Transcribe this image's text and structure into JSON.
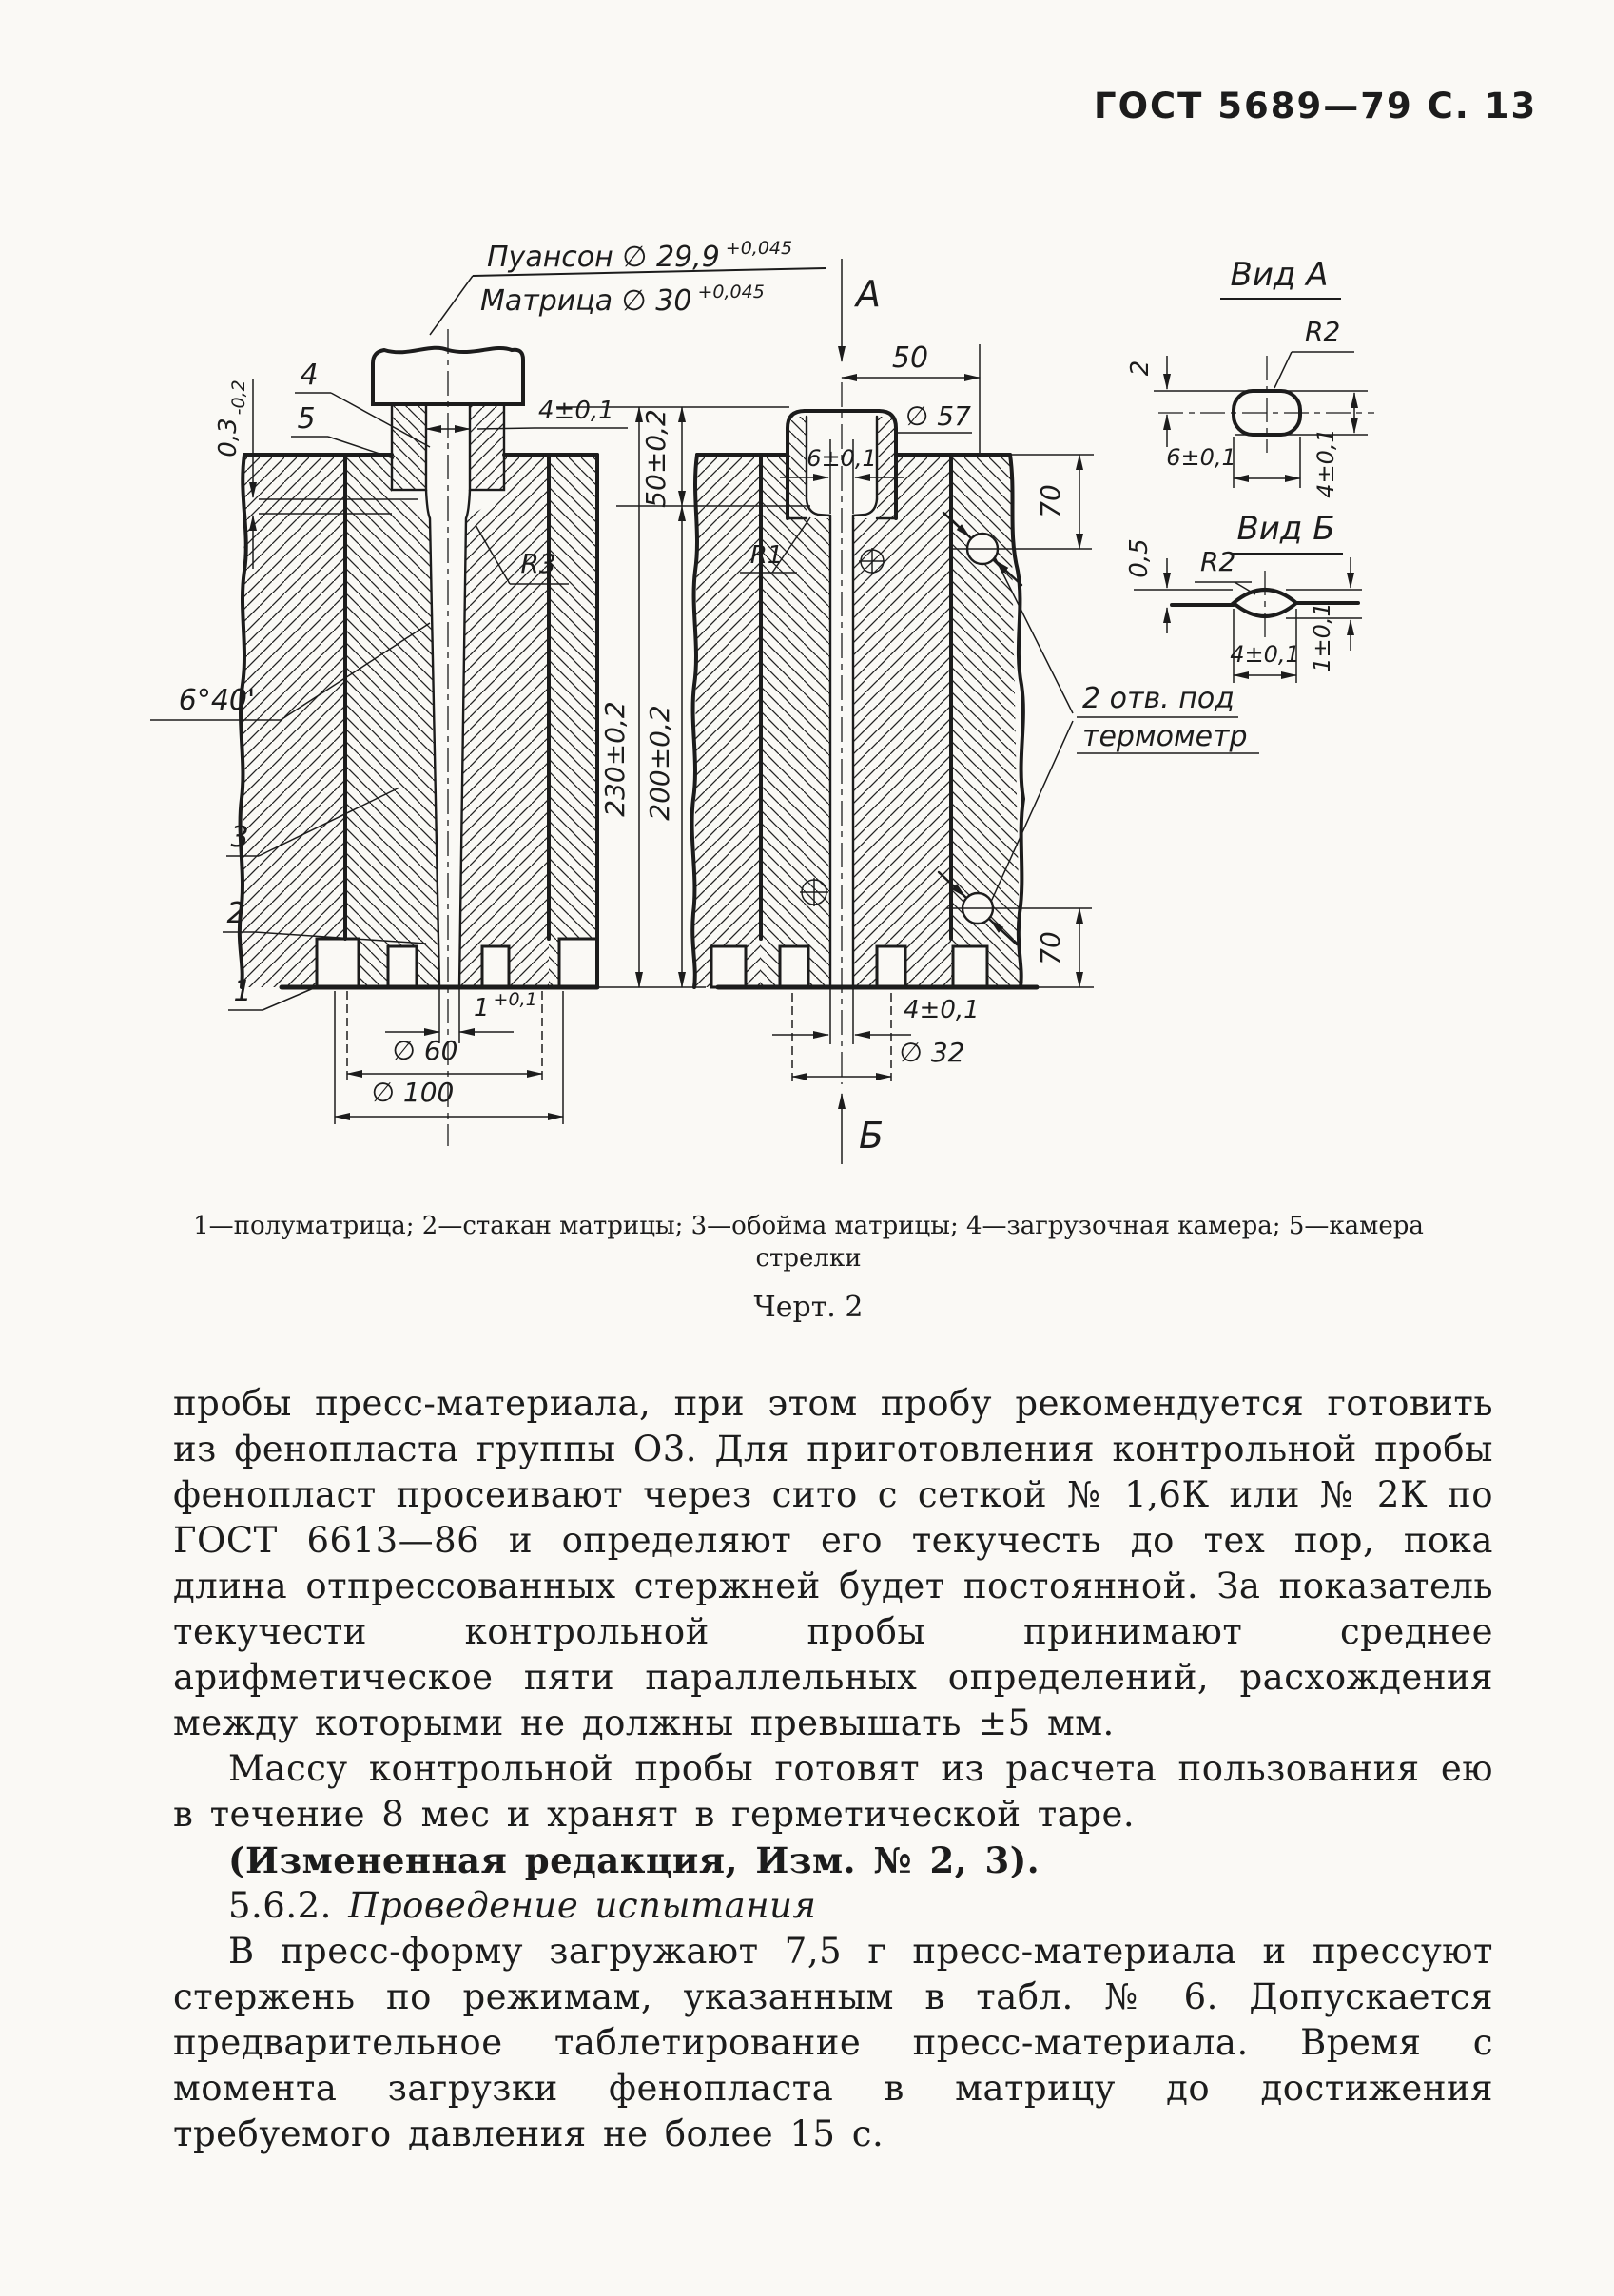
{
  "page": {
    "header": "ГОСТ 5689—79 С. 13"
  },
  "drawing": {
    "fraction": {
      "num": "Пуансон ∅ 29,9",
      "num_tol": "+0,045",
      "den": "Матрица ∅ 30",
      "den_tol": "+0,045"
    },
    "parts": {
      "p1": "1",
      "p2": "2",
      "p3": "3",
      "p4": "4",
      "p5": "5"
    },
    "left": {
      "step_base": "0,3",
      "step_tol": "-0,2",
      "bore": "4±0,1",
      "r3": "R3",
      "angle": "6°40'",
      "exit_base": "1",
      "exit_tol": "+0,1",
      "d60": "∅ 60",
      "d100": "∅ 100"
    },
    "mid": {
      "h50": "50±0,2",
      "h230": "230±0,2",
      "h200": "200±0,2"
    },
    "right": {
      "sec_a": "А",
      "sec_b": "Б",
      "w50": "50",
      "d57": "∅ 57",
      "slot6": "6±0,1",
      "r1": "R1",
      "t70a": "70",
      "t70b": "70",
      "slot4": "4±0,1",
      "d32": "∅ 32",
      "note1": "2 отв. под",
      "note2": "термометр"
    },
    "view_a": {
      "title": "Вид А",
      "r": "R2",
      "off2": "2",
      "w6": "6±0,1",
      "h4": "4±0,1"
    },
    "view_b": {
      "title": "Вид Б",
      "r": "R2",
      "off05": "0,5",
      "w4": "4±0,1",
      "h1": "1±0,1"
    }
  },
  "caption": {
    "legend1": "1—полуматрица; 2—стакан матрицы; 3—обойма матрицы; 4—загрузочная камера; 5—камера",
    "legend2": "стрелки",
    "fig": "Черт. 2"
  },
  "body": {
    "p1": "пробы пресс-материала, при этом пробу рекомендуется готовить из фенопласта группы О3. Для приготовления контрольной пробы фенопласт просеивают через сито с сеткой № 1,6К или № 2К по ГОСТ 6613—86 и определяют его текучесть до тех пор, пока длина отпрессованных стержней будет постоянной. За показатель текучести контрольной пробы принимают среднее арифметическое пяти параллельных определений, расхождения между которыми не должны превышать ±5 мм.",
    "p2": "Массу контрольной пробы готовят из расчета пользования ею в течение 8 мес и хранят в герметической таре.",
    "p3": "(Измененная редакция, Изм. № 2, 3).",
    "p4_num": "5.6.2.",
    "p4_title": "Проведение испытания",
    "p5": "В пресс-форму загружают 7,5 г пресс-материала и прессуют стержень по режимам, указанным в табл. № 6. Допускается предварительное таблетирование пресс-материала. Время с момента загрузки фенопласта в матрицу до достижения требуемого давления не более 15 с."
  }
}
